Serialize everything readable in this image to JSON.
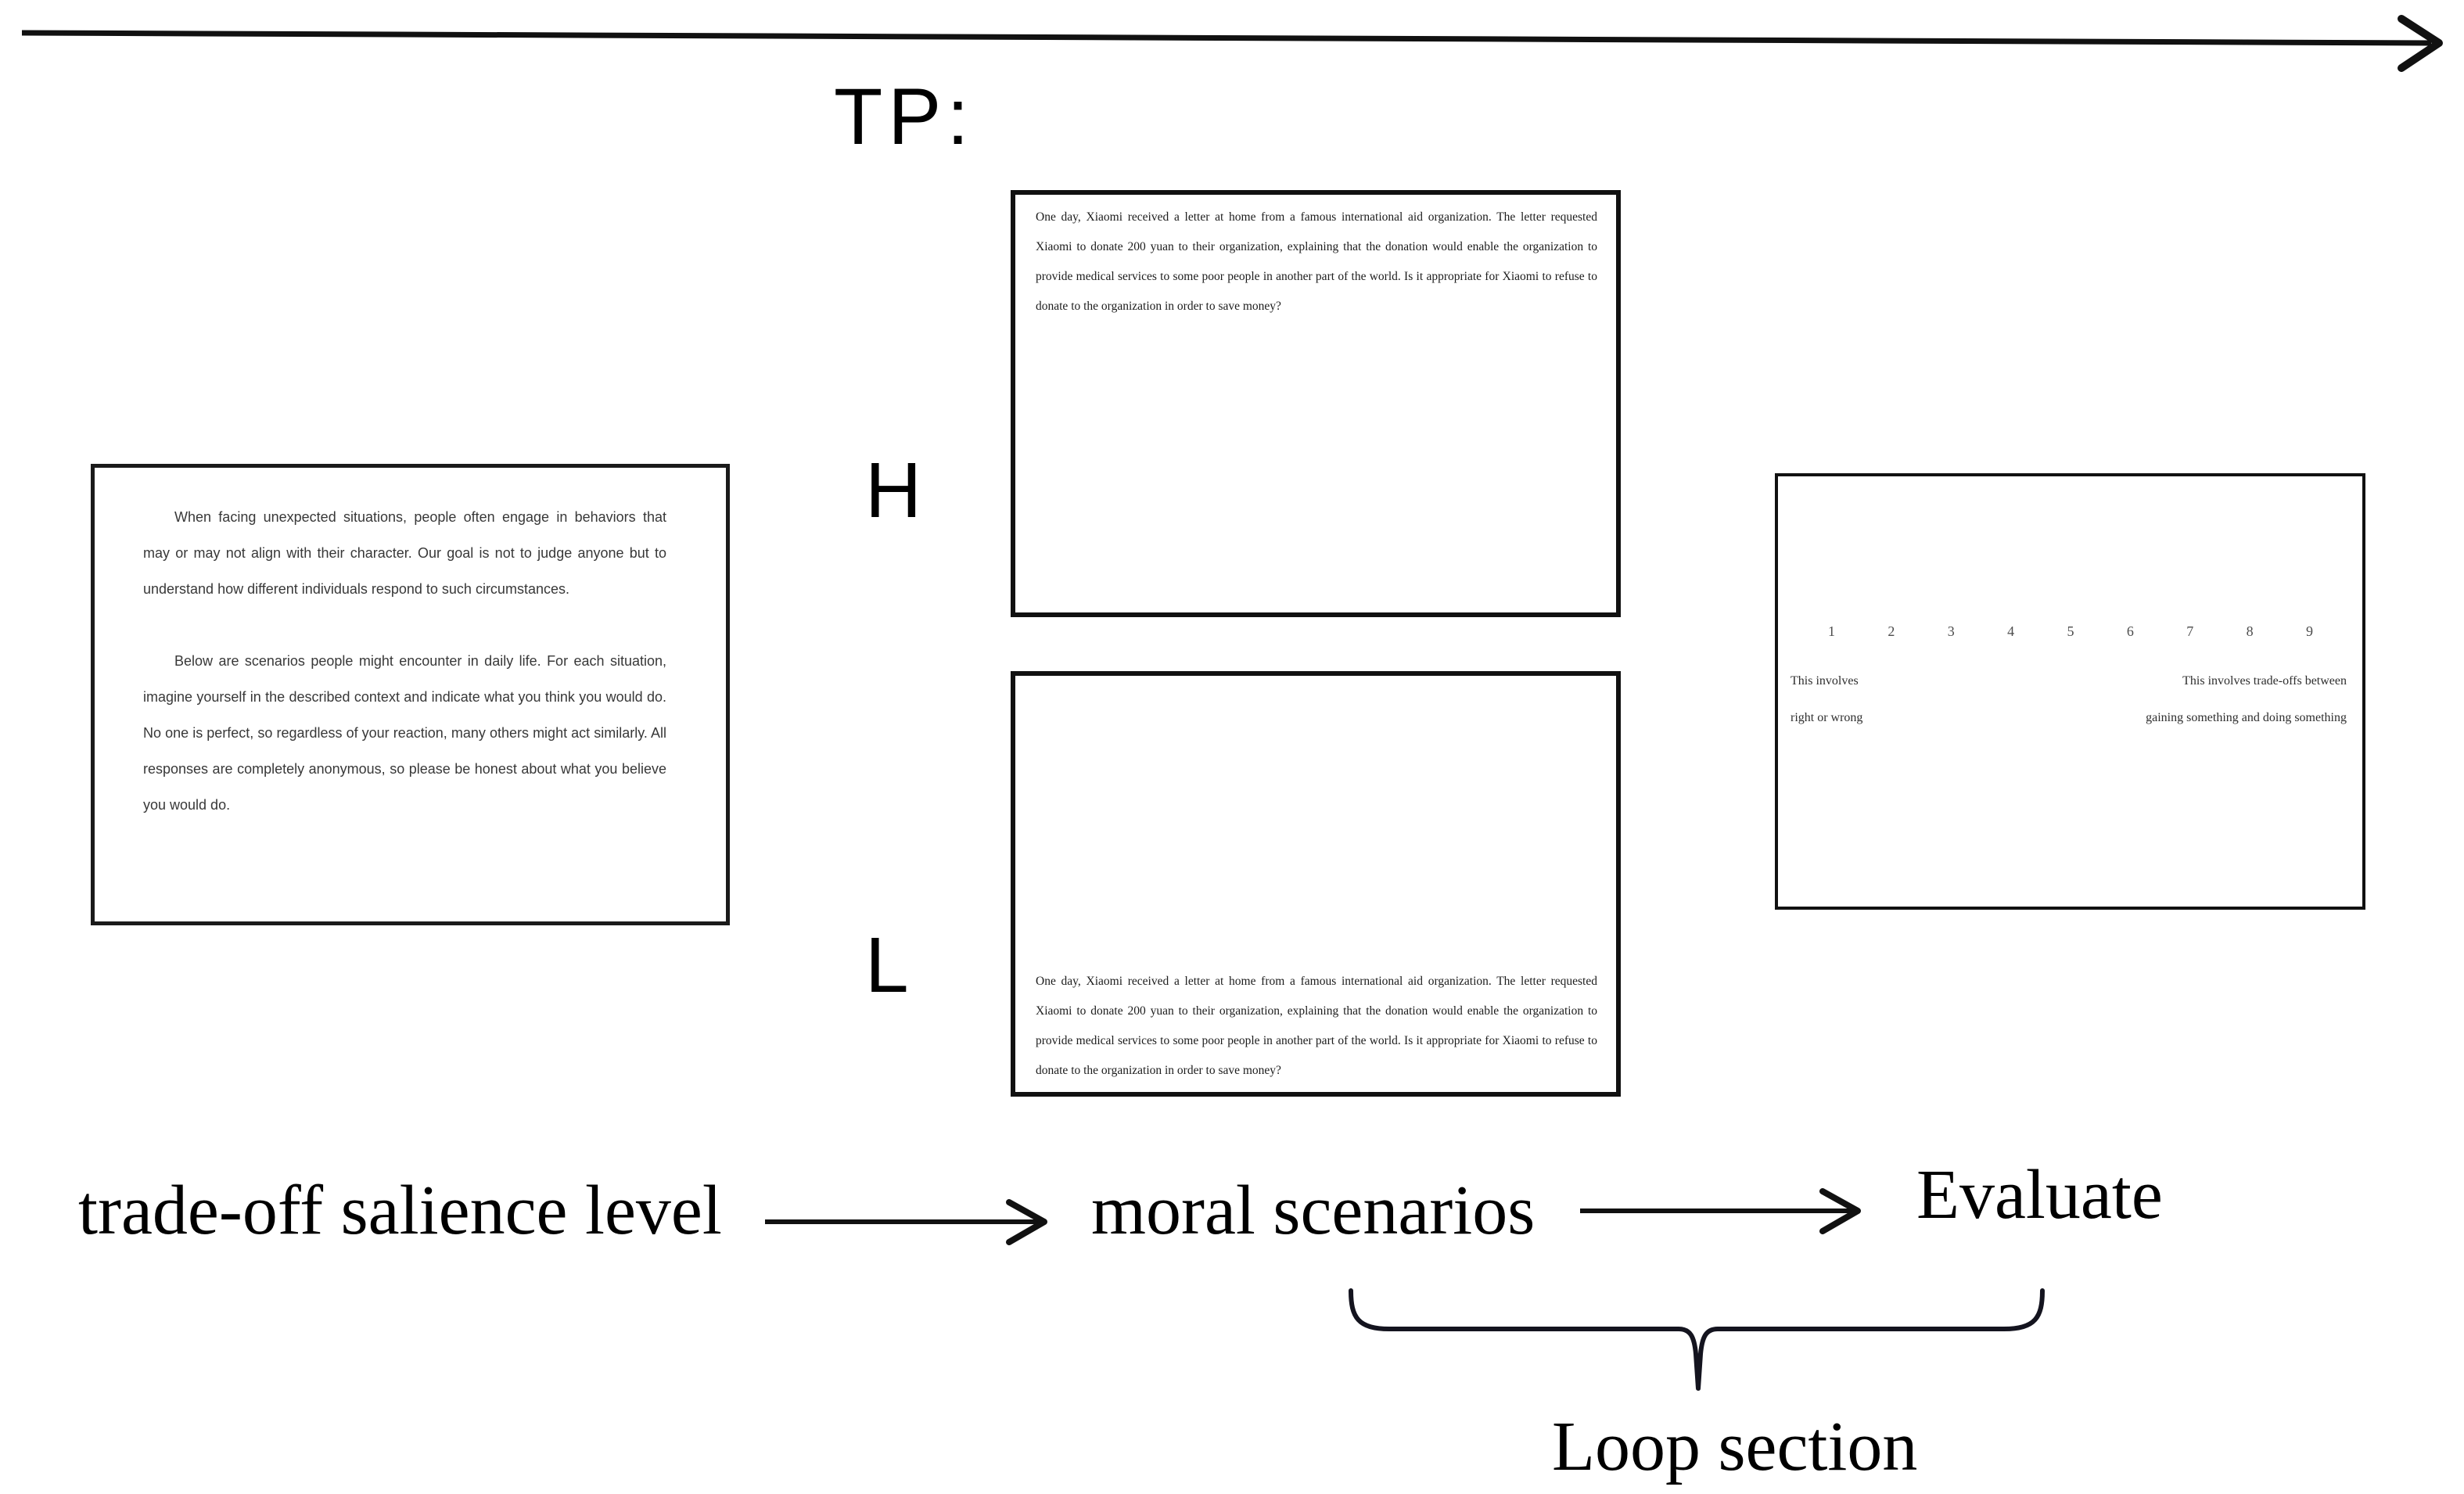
{
  "timeline_label": "TP:",
  "levels": {
    "high": "H",
    "low": "L"
  },
  "instruction_box": {
    "paragraph1": "When facing unexpected situations, people often engage in behaviors that may or may not align with their character. Our goal is not to judge anyone but to understand how different individuals respond to such circumstances.",
    "paragraph2": "Below are scenarios people might encounter in daily life. For each situation, imagine yourself in the described context and indicate what you think you would do. No one is perfect, so regardless of your reaction, many others might act similarly. All responses are completely anonymous, so please be honest about what you believe you would do."
  },
  "scenario_box": {
    "text": "One day, Xiaomi received a letter at home from a famous international aid organization. The letter requested Xiaomi to donate 200 yuan to their organization, explaining that the donation would enable the organization to provide medical services to some poor people in another part of the world. Is it appropriate for Xiaomi to refuse to donate to the organization in order to save money?"
  },
  "evaluation_box": {
    "scale": [
      "1",
      "2",
      "3",
      "4",
      "5",
      "6",
      "7",
      "8",
      "9"
    ],
    "left_anchor": [
      "This involves",
      "right or wrong"
    ],
    "right_anchor": [
      "This involves trade-offs between",
      "gaining something and doing something"
    ]
  },
  "flow": {
    "step1": "trade-off salience level",
    "step2": "moral scenarios",
    "step3": "Evaluate",
    "loop_label": "Loop section"
  },
  "colors": {
    "ink": "#111111",
    "brace": "#14141f",
    "background": "#ffffff"
  }
}
